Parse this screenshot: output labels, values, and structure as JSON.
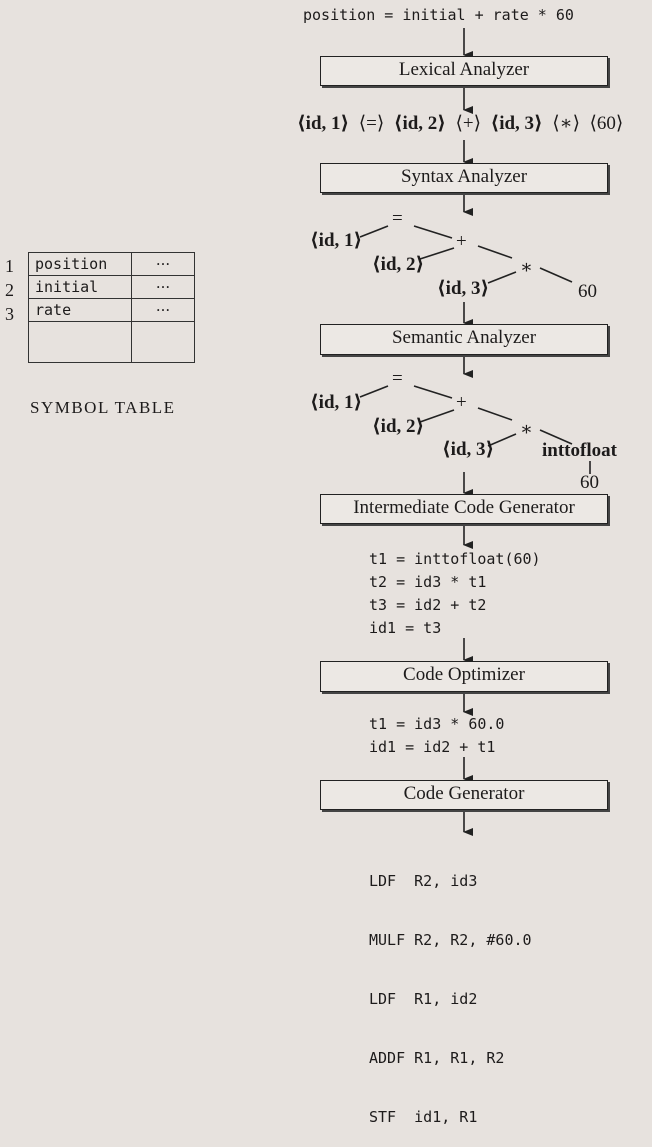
{
  "source": "position = initial + rate * 60",
  "phases": {
    "lexical": "Lexical Analyzer",
    "syntax": "Syntax Analyzer",
    "semantic": "Semantic Analyzer",
    "icg": "Intermediate Code Generator",
    "optimizer": "Code Optimizer",
    "codegen": "Code Generator"
  },
  "tokens": [
    "⟨id, 1⟩",
    "⟨=⟩",
    "⟨id, 2⟩",
    "⟨+⟩",
    "⟨id, 3⟩",
    "⟨∗⟩",
    "⟨60⟩"
  ],
  "syntax_tree": {
    "assign": "=",
    "id1": "⟨id, 1⟩",
    "plus": "+",
    "id2": "⟨id, 2⟩",
    "times": "∗",
    "id3": "⟨id, 3⟩",
    "num": "60"
  },
  "semantic_tree": {
    "assign": "=",
    "id1": "⟨id, 1⟩",
    "plus": "+",
    "id2": "⟨id, 2⟩",
    "times": "∗",
    "id3": "⟨id, 3⟩",
    "conv": "inttofloat",
    "num": "60"
  },
  "intermediate_code": [
    "t1 = inttofloat(60)",
    "t2 = id3 * t1",
    "t3 = id2 + t2",
    "id1 = t3"
  ],
  "optimized_code": [
    "t1 = id3 * 60.0",
    "id1 = id2 + t1"
  ],
  "target_code": [
    "LDF  R2, id3",
    "MULF R2, R2, #60.0",
    "LDF  R1, id2",
    "ADDF R1, R1, R2",
    "STF  id1, R1"
  ],
  "symbol_table": {
    "title": "SYMBOL TABLE",
    "rows": [
      {
        "num": "1",
        "name": "position",
        "attr": "···"
      },
      {
        "num": "2",
        "name": "initial",
        "attr": "···"
      },
      {
        "num": "3",
        "name": "rate",
        "attr": "···"
      }
    ]
  }
}
